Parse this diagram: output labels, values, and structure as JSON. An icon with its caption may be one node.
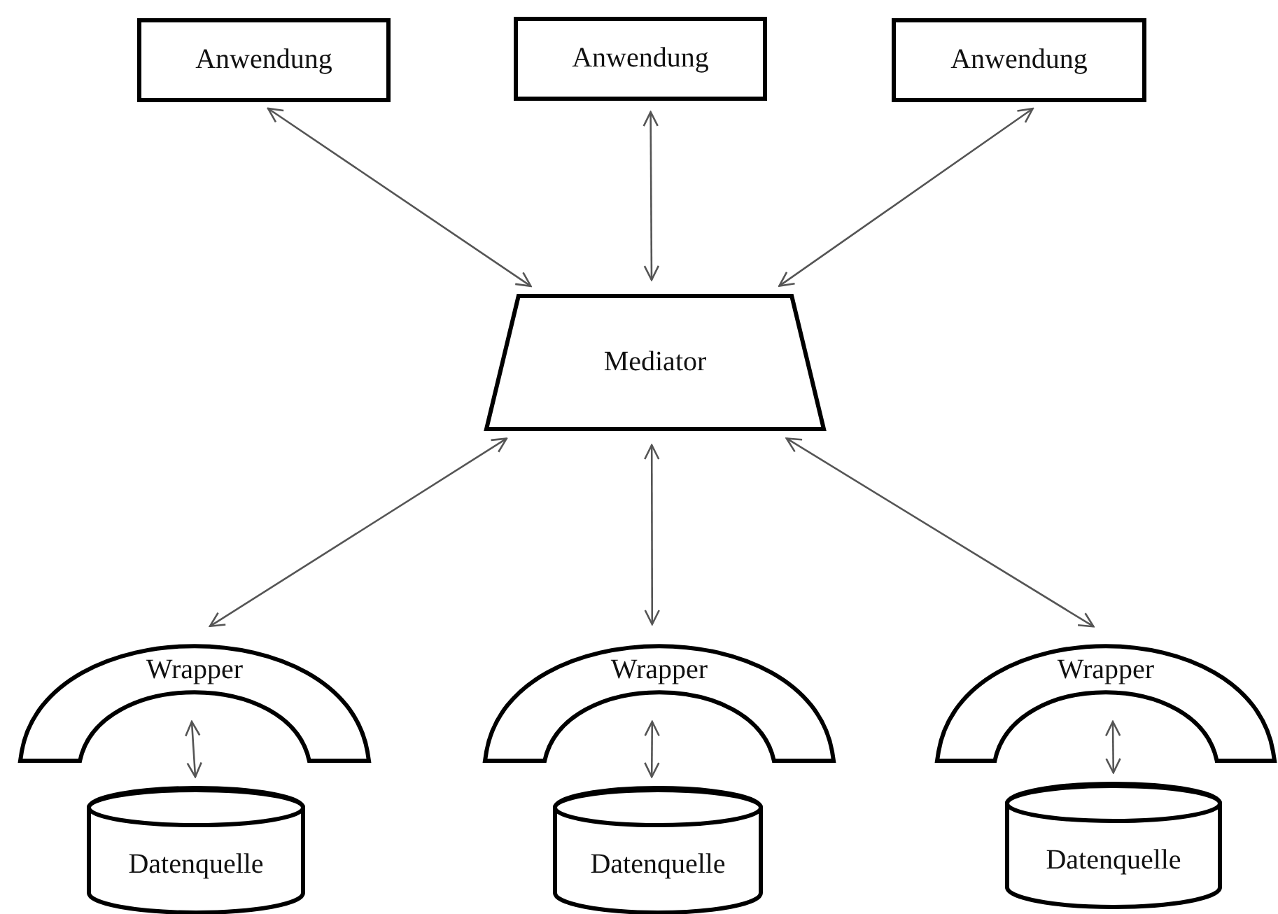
{
  "diagram": {
    "nodes": [
      {
        "text": [
          "Anwendung"
        ]
      },
      {
        "text": [
          "Anwendung"
        ]
      },
      {
        "text": [
          "Anwendung"
        ]
      },
      {
        "text": [
          "Mediator"
        ]
      },
      {
        "text": [
          "Wrapper"
        ]
      },
      {
        "text": [
          "Wrapper"
        ]
      },
      {
        "text": [
          "Wrapper"
        ]
      },
      {
        "text": [
          "Datenquelle"
        ]
      },
      {
        "text": [
          "Datenquelle"
        ]
      },
      {
        "text": [
          "Datenquelle"
        ]
      }
    ],
    "edges": [
      {
        "from": 0,
        "to": 3,
        "arrow": "both"
      },
      {
        "from": 1,
        "to": 3,
        "arrow": "both"
      },
      {
        "from": 2,
        "to": 3,
        "arrow": "both"
      },
      {
        "from": 3,
        "to": 4,
        "arrow": "both"
      },
      {
        "from": 3,
        "to": 5,
        "arrow": "both"
      },
      {
        "from": 3,
        "to": 6,
        "arrow": "both"
      },
      {
        "from": 4,
        "to": 7,
        "arrow": "both"
      },
      {
        "from": 5,
        "to": 8,
        "arrow": "both"
      },
      {
        "from": 6,
        "to": 9,
        "arrow": "both"
      }
    ]
  }
}
